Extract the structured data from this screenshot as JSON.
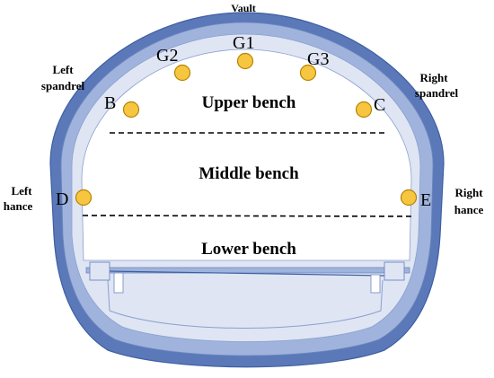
{
  "labels": {
    "vault": "Vault",
    "left_spandrel_1": "Left",
    "left_spandrel_2": "spandrel",
    "right_spandrel_1": "Right",
    "right_spandrel_2": "spandrel",
    "left_hance_1": "Left",
    "left_hance_2": "hance",
    "right_hance_1": "Right",
    "right_hance_2": "hance",
    "upper_bench": "Upper bench",
    "middle_bench": "Middle bench",
    "lower_bench": "Lower bench"
  },
  "points": {
    "g1": "G1",
    "g2": "G2",
    "g3": "G3",
    "b": "B",
    "c": "C",
    "d": "D",
    "e": "E"
  },
  "colors": {
    "outer_lining": "#5b79b8",
    "outer_lining_stroke": "#3f5fa2",
    "mid_lining": "#9fb3dc",
    "inner_lining": "#dfe5f3",
    "interior": "#ffffff",
    "point_fill": "#f7c641",
    "point_stroke": "#b78300",
    "dash": "#000000"
  }
}
